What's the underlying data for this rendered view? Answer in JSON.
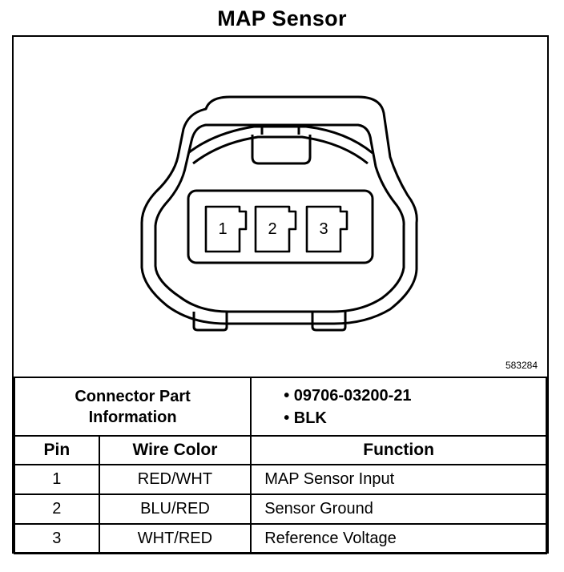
{
  "title": "MAP Sensor",
  "figure_ref": "583284",
  "connector": {
    "pins": [
      "1",
      "2",
      "3"
    ],
    "part_info_label_line1": "Connector Part",
    "part_info_label_line2": "Information",
    "part_number": "• 09706-03200-21",
    "color": "• BLK"
  },
  "table": {
    "headers": {
      "pin": "Pin",
      "wire_color": "Wire Color",
      "function": "Function"
    },
    "rows": [
      {
        "pin": "1",
        "wire_color": "RED/WHT",
        "function": "MAP Sensor Input"
      },
      {
        "pin": "2",
        "wire_color": "BLU/RED",
        "function": "Sensor Ground"
      },
      {
        "pin": "3",
        "wire_color": "WHT/RED",
        "function": "Reference Voltage"
      }
    ]
  }
}
